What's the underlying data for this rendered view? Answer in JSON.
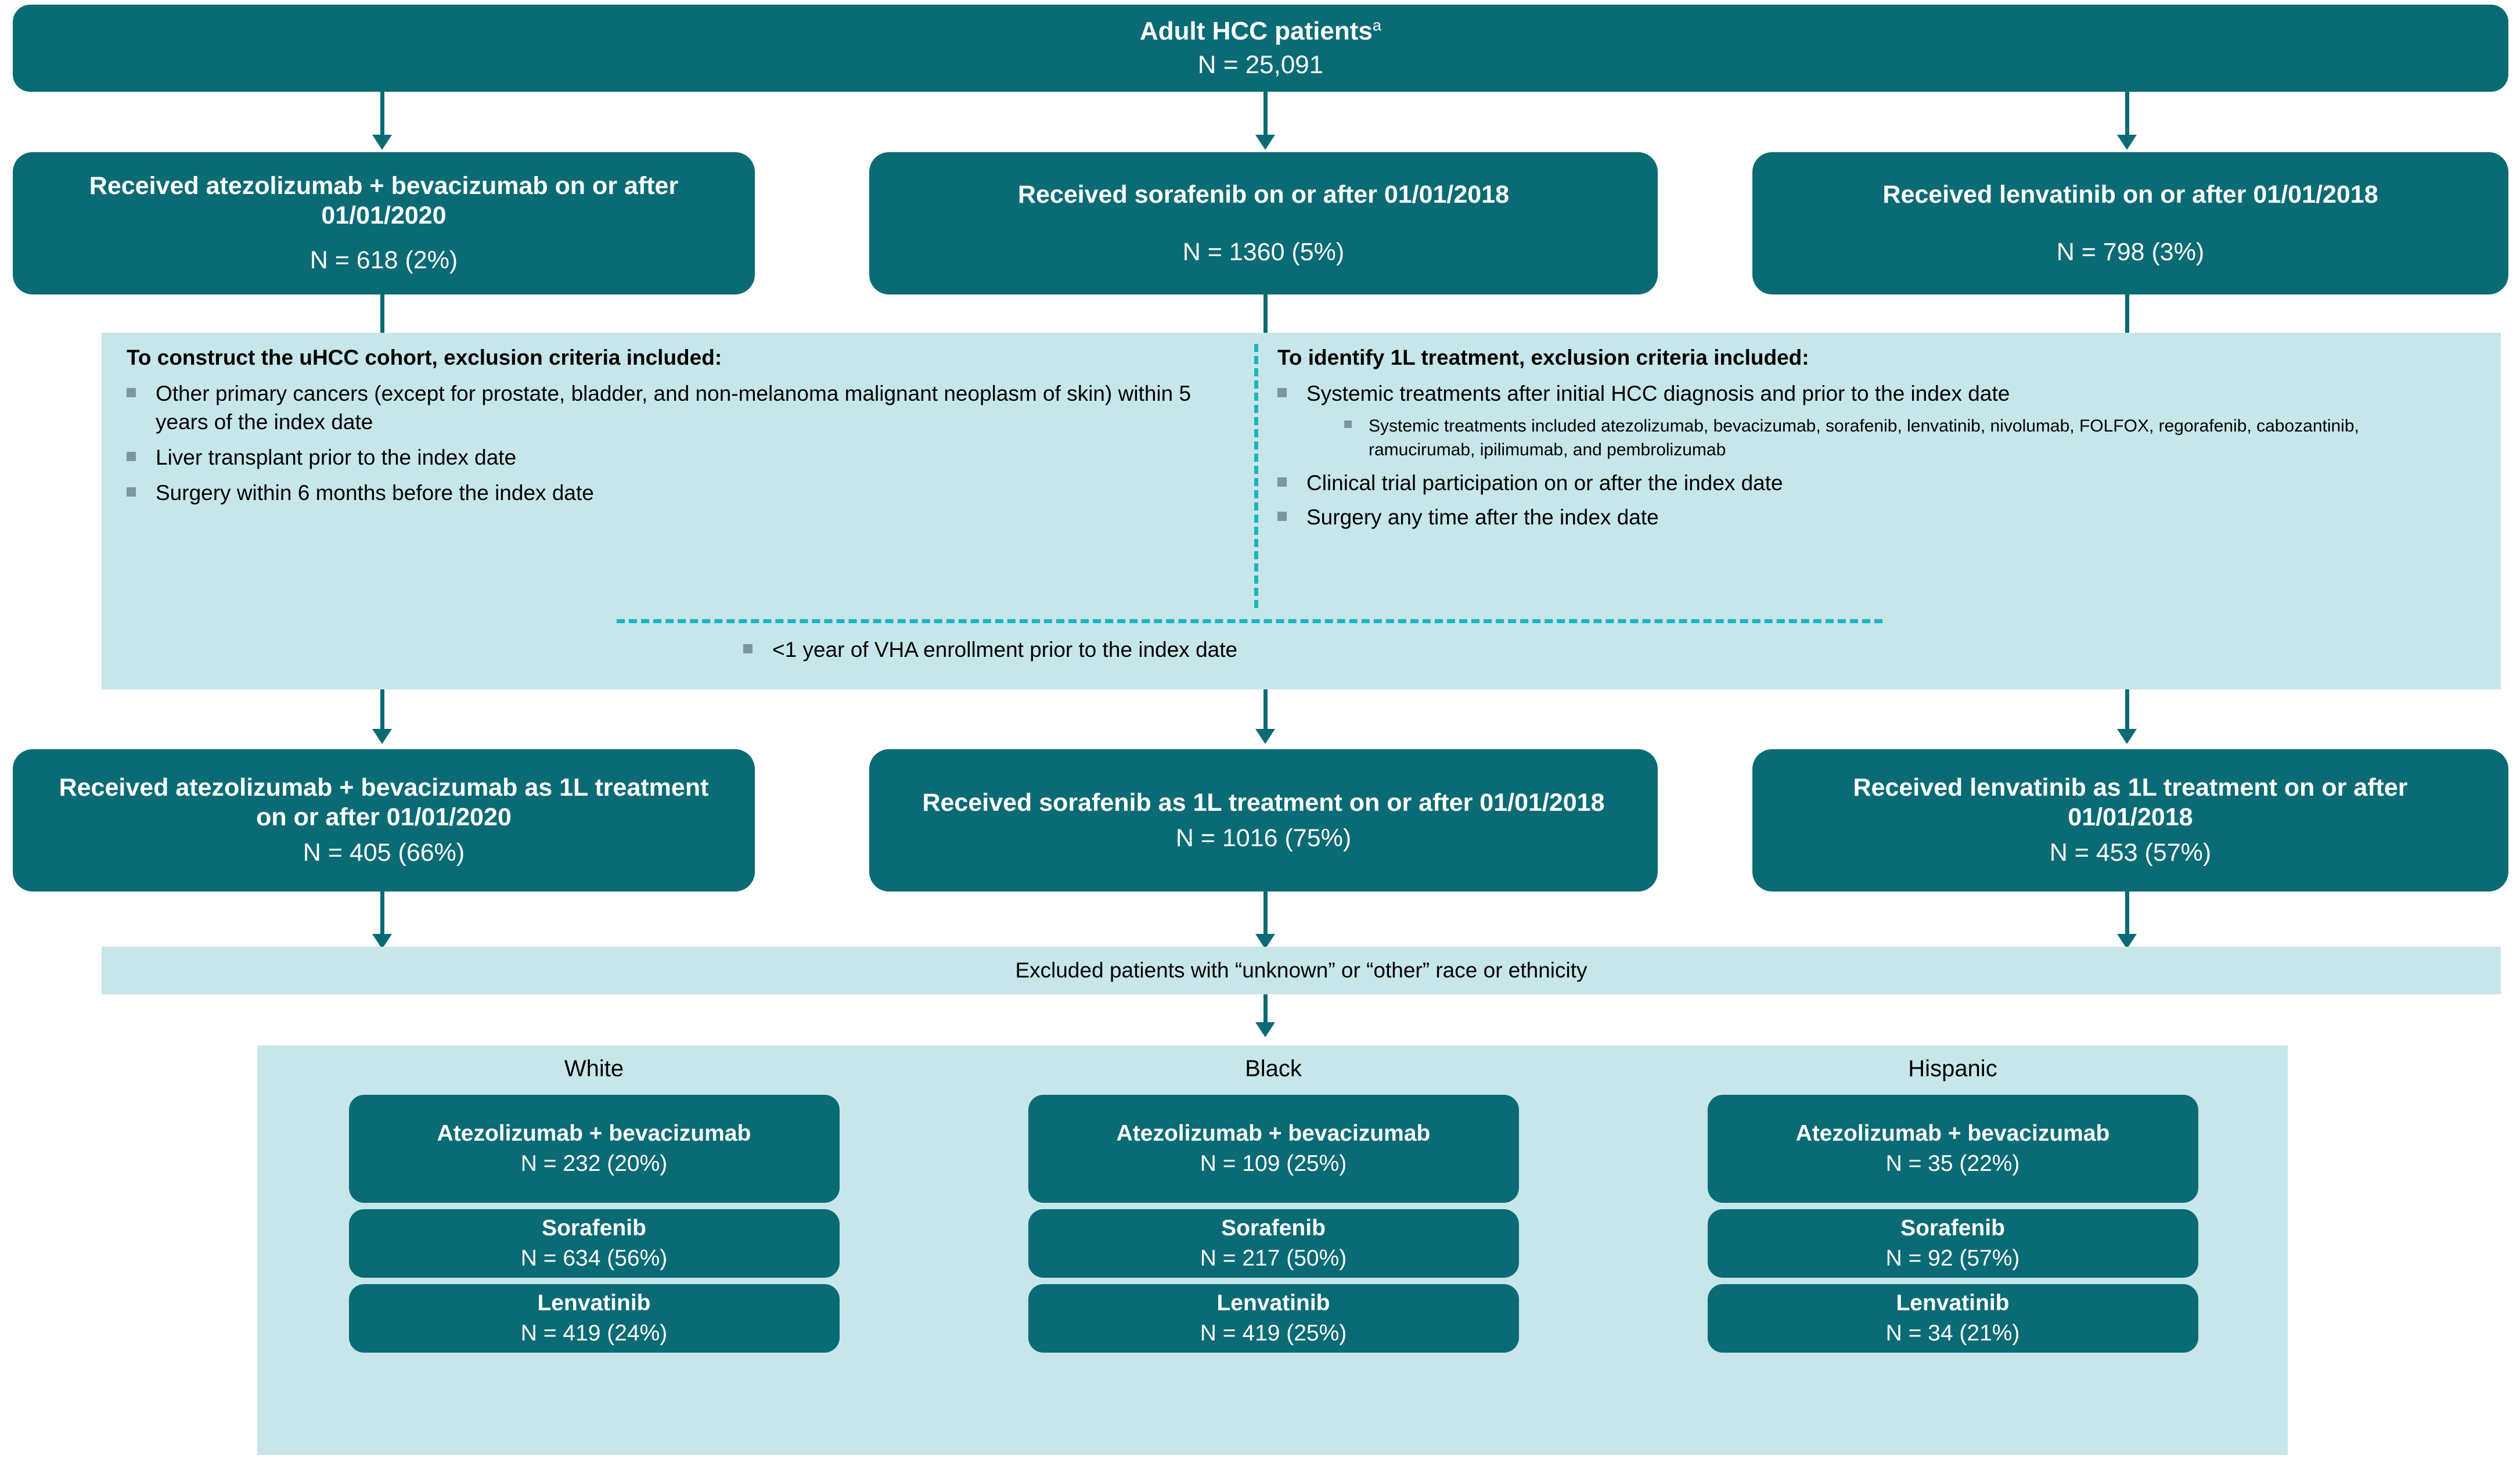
{
  "colors": {
    "teal": "#0a6b75",
    "light_panel": "#c6e6ea",
    "dashed_accent": "#1ab5bf",
    "bullet": "#7d95a3",
    "box_text": "#ffffff",
    "body_text": "#000000"
  },
  "top": {
    "title": "Adult HCC patients",
    "title_superscript": "a",
    "n": "N = 25,091"
  },
  "row2": [
    {
      "title": "Received atezolizumab + bevacizumab on or after 01/01/2020",
      "n": "N = 618 (2%)"
    },
    {
      "title": "Received sorafenib on or after 01/01/2018",
      "n": "N = 1360 (5%)"
    },
    {
      "title": "Received lenvatinib on or after 01/01/2018",
      "n": "N = 798 (3%)"
    }
  ],
  "criteria_left": {
    "heading": "To construct the uHCC cohort, exclusion criteria included:",
    "items": [
      "Other primary cancers (except for prostate, bladder, and non-melanoma malignant neoplasm of skin) within 5 years of the index date",
      "Liver transplant prior to the index date",
      "Surgery within 6 months before the index date"
    ]
  },
  "criteria_right": {
    "heading": "To identify 1L treatment, exclusion criteria included:",
    "items": [
      "Systemic treatments after initial HCC diagnosis and prior to the index date",
      "Clinical trial participation on or after the index date",
      "Surgery any time after the index date"
    ],
    "subitem": "Systemic treatments included atezolizumab, bevacizumab, sorafenib, lenvatinib, nivolumab, FOLFOX, regorafenib, cabozantinib, ramucirumab, ipilimumab, and pembrolizumab"
  },
  "criteria_shared": {
    "item": "<1 year of VHA enrollment prior to the index date"
  },
  "row3": [
    {
      "title": "Received atezolizumab + bevacizumab as 1L treatment on or after 01/01/2020",
      "n": "N = 405 (66%)"
    },
    {
      "title": "Received sorafenib as 1L treatment on or after 01/01/2018",
      "n": "N = 1016 (75%)"
    },
    {
      "title": "Received lenvatinib as 1L treatment on or after 01/01/2018",
      "n": "N = 453 (57%)"
    }
  ],
  "excluded_bar": {
    "text": "Excluded patients with “unknown” or “other” race or ethnicity"
  },
  "race_columns": [
    {
      "label": "White",
      "treatments": [
        {
          "name": "Atezolizumab + bevacizumab",
          "n": "N = 232 (20%)"
        },
        {
          "name": "Sorafenib",
          "n": "N = 634 (56%)"
        },
        {
          "name": "Lenvatinib",
          "n": "N = 419 (24%)"
        }
      ]
    },
    {
      "label": "Black",
      "treatments": [
        {
          "name": "Atezolizumab + bevacizumab",
          "n": "N = 109 (25%)"
        },
        {
          "name": "Sorafenib",
          "n": "N = 217 (50%)"
        },
        {
          "name": "Lenvatinib",
          "n": "N = 419 (25%)"
        }
      ]
    },
    {
      "label": "Hispanic",
      "treatments": [
        {
          "name": "Atezolizumab + bevacizumab",
          "n": "N = 35 (22%)"
        },
        {
          "name": "Sorafenib",
          "n": "N = 92 (57%)"
        },
        {
          "name": "Lenvatinib",
          "n": "N = 34 (21%)"
        }
      ]
    }
  ]
}
